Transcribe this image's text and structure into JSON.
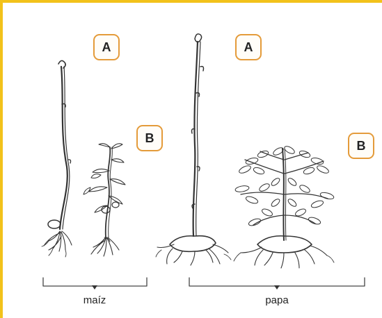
{
  "labels": {
    "maiz_a": "A",
    "maiz_b": "B",
    "papa_a": "A",
    "papa_b": "B"
  },
  "groups": {
    "maiz": "maíz",
    "papa": "papa"
  },
  "colors": {
    "frame": "#f2c21b",
    "label_border": "#e49b3a",
    "ink": "#333333"
  },
  "icons": {
    "plant_maiz_a": "etiolated-seedling-icon",
    "plant_maiz_b": "normal-seedling-icon",
    "plant_papa_a": "etiolated-potato-plant-icon",
    "plant_papa_b": "leafy-potato-plant-icon"
  }
}
